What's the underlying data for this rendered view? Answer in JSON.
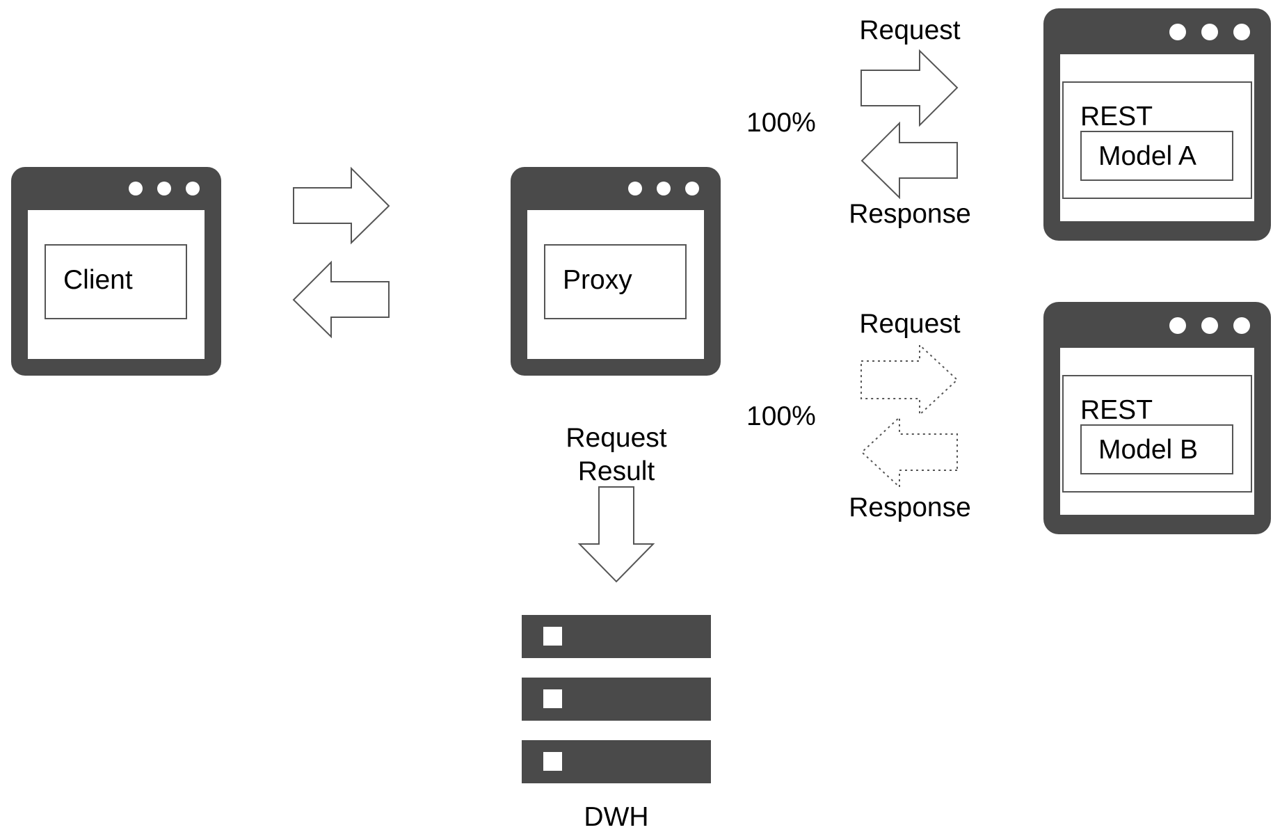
{
  "nodes": {
    "client": {
      "label": "Client"
    },
    "proxy": {
      "label": "Proxy"
    },
    "model_a": {
      "container_label": "REST",
      "label": "Model A"
    },
    "model_b": {
      "container_label": "REST",
      "label": "Model B"
    },
    "dwh": {
      "label": "DWH"
    }
  },
  "edges": {
    "model_a": {
      "percent": "100%",
      "request": "Request",
      "response": "Response",
      "style": "solid"
    },
    "model_b": {
      "percent": "100%",
      "request": "Request",
      "response": "Response",
      "style": "dotted"
    },
    "dwh": {
      "line1": "Request",
      "line2": "Result"
    }
  },
  "colors": {
    "window": "#4a4a4a",
    "box_stroke": "#555555",
    "arrow_stroke": "#555555",
    "background": "#ffffff"
  }
}
